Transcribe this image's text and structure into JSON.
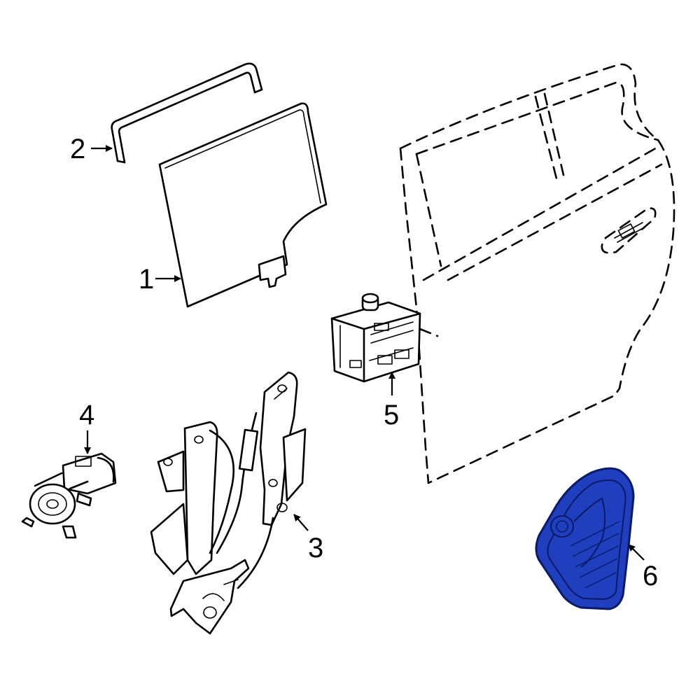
{
  "diagram": {
    "highlight_color": "#1f3fbf",
    "highlight_stroke": "#0a1a66",
    "callouts": [
      {
        "id": "window-glass",
        "number": "1"
      },
      {
        "id": "glass-run-channel",
        "number": "2"
      },
      {
        "id": "window-regulator",
        "number": "3"
      },
      {
        "id": "window-motor",
        "number": "4"
      },
      {
        "id": "door-control-module",
        "number": "5"
      },
      {
        "id": "interior-handle",
        "number": "6"
      }
    ]
  }
}
